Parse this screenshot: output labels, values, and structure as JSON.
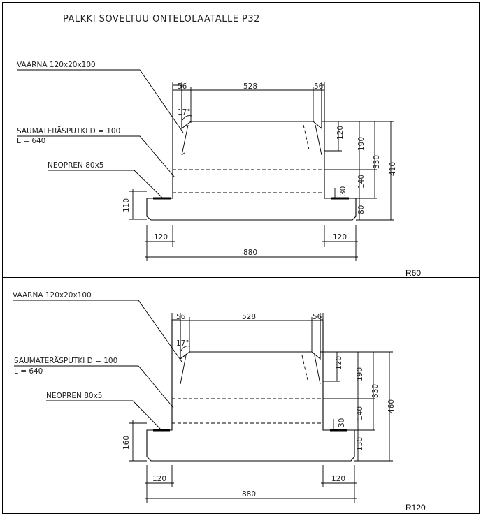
{
  "title": "PALKKI SOVELTUU ONTELOLAATALLE P32",
  "labels": {
    "vaarna": "VAARNA 120x20x100",
    "sauma": "SAUMATERÄSPUTKI D = 100",
    "sauma_l": "L = 640",
    "neopren": "NEOPREN 80x5",
    "angle": "17°"
  },
  "panels": [
    {
      "rating": "R60",
      "dims": {
        "top_left": "56",
        "top_mid": "528",
        "top_right": "56",
        "h120": "120",
        "h190": "190",
        "h330": "330",
        "h410": "410",
        "h140": "140",
        "h30": "30",
        "h80": "80",
        "flange": "110",
        "bottom_left": "120",
        "bottom_right": "120",
        "total": "880"
      }
    },
    {
      "rating": "R120",
      "dims": {
        "top_left": "56",
        "top_mid": "528",
        "top_right": "56",
        "h120": "120",
        "h190": "190",
        "h330": "330",
        "h410": "460",
        "h140": "140",
        "h30": "30",
        "h80": "130",
        "flange": "160",
        "bottom_left": "120",
        "bottom_right": "120",
        "total": "880"
      }
    }
  ]
}
